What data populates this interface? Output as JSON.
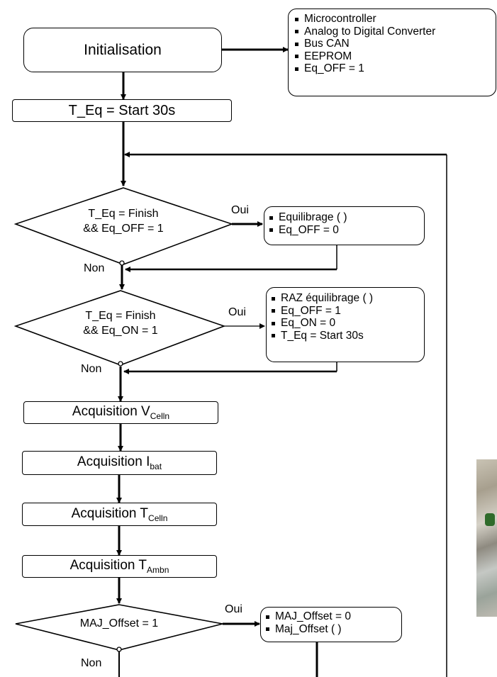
{
  "init": {
    "label": "Initialisation"
  },
  "init_notes": [
    "Microcontroller",
    "Analog to Digital Converter",
    "Bus CAN",
    "EEPROM",
    "Eq_OFF  = 1"
  ],
  "teq_start": {
    "label": "T_Eq = Start 30s"
  },
  "decision1": {
    "line1": "T_Eq = Finish",
    "line2": "&& Eq_OFF = 1"
  },
  "decision1_yes": "Oui",
  "decision1_no": "Non",
  "decision1_notes": [
    "Equilibrage ( )",
    "Eq_OFF = 0"
  ],
  "decision2": {
    "line1": "T_Eq = Finish",
    "line2": "&& Eq_ON = 1"
  },
  "decision2_yes": "Oui",
  "decision2_no": "Non",
  "decision2_notes": [
    "RAZ équilibrage ( )",
    "Eq_OFF = 1",
    "Eq_ON = 0",
    "T_Eq = Start 30s"
  ],
  "acq_vcell": {
    "main": "Acquisition V",
    "sub": "Celln"
  },
  "acq_ibat": {
    "main": "Acquisition I",
    "sub": "bat"
  },
  "acq_tcell": {
    "main": "Acquisition T",
    "sub": "Celln"
  },
  "acq_tamb": {
    "main": "Acquisition T",
    "sub": "Ambn"
  },
  "decision3": {
    "line1": "MAJ_Offset = 1"
  },
  "decision3_yes": "Oui",
  "decision3_no": "Non",
  "decision3_notes": [
    "MAJ_Offset = 0",
    "Maj_Offset ( )"
  ]
}
